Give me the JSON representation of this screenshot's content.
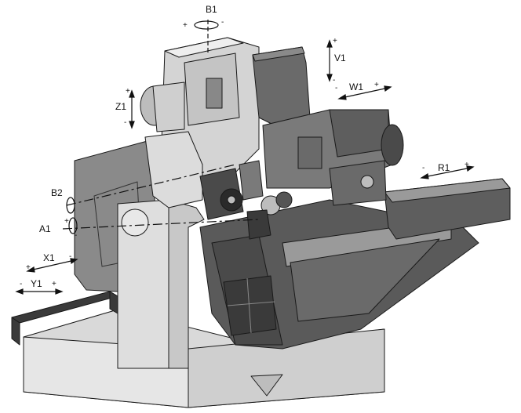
{
  "axes": {
    "B1": {
      "label": "B1",
      "minus": "-",
      "plus": "+"
    },
    "V1": {
      "label": "V1",
      "minus": "-",
      "plus": "+"
    },
    "Z1": {
      "label": "Z1",
      "minus": "-",
      "plus": "+"
    },
    "W1": {
      "label": "W1",
      "minus": "-",
      "plus": "+"
    },
    "R1": {
      "label": "R1",
      "minus": "-",
      "plus": "+"
    },
    "B2": {
      "label": "B2"
    },
    "A1": {
      "label": "A1",
      "minus": "-",
      "plus": "+"
    },
    "X1": {
      "label": "X1",
      "minus": "-",
      "plus": "+"
    },
    "Y1": {
      "label": "Y1",
      "minus": "-",
      "plus": "+"
    }
  },
  "colors": {
    "outline": "#1a1a1a",
    "light": "#dcdcdc",
    "mid": "#bdbdbd",
    "dark": "#6e6e6e",
    "darker": "#4a4a4a",
    "black": "#2a2a2a"
  }
}
